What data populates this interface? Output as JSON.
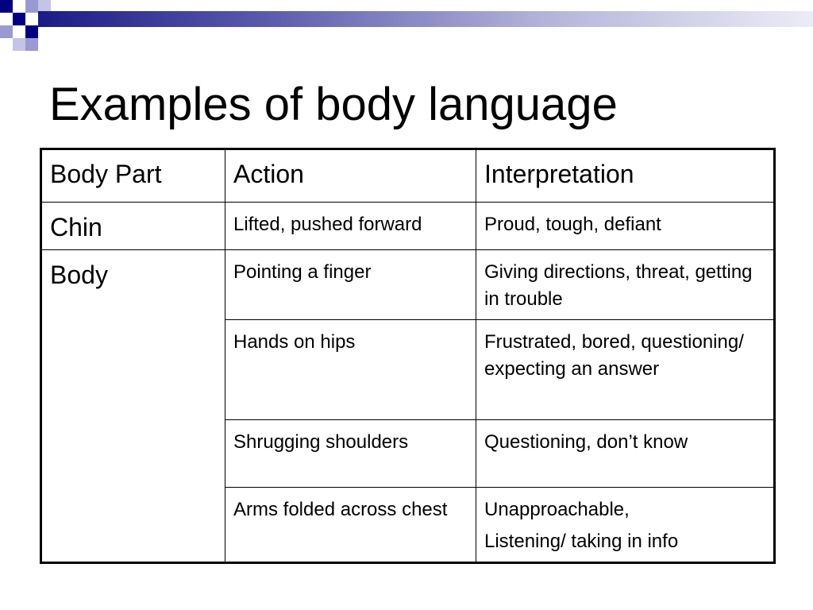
{
  "slide": {
    "title": "Examples of body language"
  },
  "table": {
    "headers": [
      "Body Part",
      "Action",
      "Interpretation"
    ],
    "rows": [
      {
        "body_part": "Chin",
        "action": "Lifted, pushed forward",
        "interpretation": "Proud, tough, defiant"
      },
      {
        "body_part": "Body",
        "action": "Pointing a finger",
        "interpretation": "Giving directions, threat, getting in trouble"
      },
      {
        "action": "Hands on hips",
        "interpretation": "Frustrated, bored, questioning/ expecting an answer"
      },
      {
        "action": "Shrugging shoulders",
        "interpretation": "Questioning, don’t know"
      },
      {
        "action": "Arms folded across chest",
        "interpretation_lines": [
          "Unapproachable,",
          "Listening/ taking in info"
        ]
      }
    ]
  },
  "theme": {
    "accent_navy": "#000080",
    "accent_lavender": "#9a9ad2"
  }
}
